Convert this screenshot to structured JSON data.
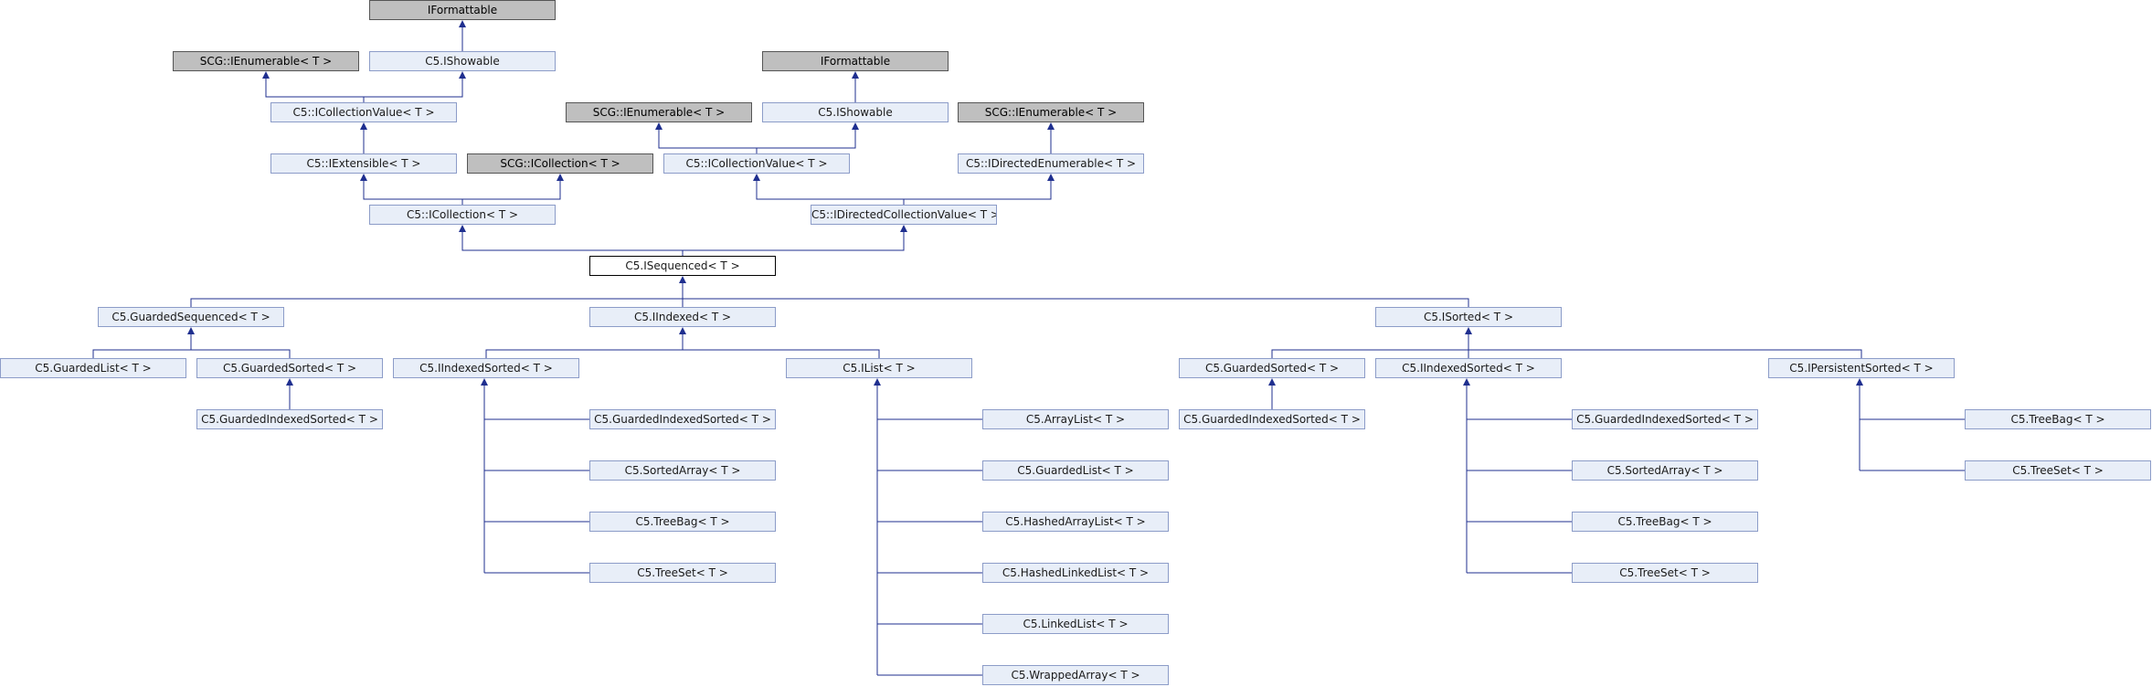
{
  "colors": {
    "edge": "#1f2f8f",
    "node_fill": "#e8eef8",
    "node_border": "#8c9cc8",
    "external_fill": "#bfbfbf",
    "focus_fill": "#ffffff"
  },
  "nodes": [
    {
      "id": "n_ifmt1",
      "label": "IFormattable",
      "kind": "ext"
    },
    {
      "id": "n_scgienum1",
      "label": "SCG::IEnumerable< T >",
      "kind": "ext"
    },
    {
      "id": "n_ishow1",
      "label": "C5.IShowable",
      "kind": "class"
    },
    {
      "id": "n_icolval1",
      "label": "C5::ICollectionValue< T >",
      "kind": "class"
    },
    {
      "id": "n_iext",
      "label": "C5::IExtensible< T >",
      "kind": "class"
    },
    {
      "id": "n_scgicol",
      "label": "SCG::ICollection< T >",
      "kind": "ext"
    },
    {
      "id": "n_icol",
      "label": "C5::ICollection< T >",
      "kind": "class"
    },
    {
      "id": "n_ifmt2",
      "label": "IFormattable",
      "kind": "ext"
    },
    {
      "id": "n_scgienum2",
      "label": "SCG::IEnumerable< T >",
      "kind": "ext"
    },
    {
      "id": "n_ishow2",
      "label": "C5.IShowable",
      "kind": "class"
    },
    {
      "id": "n_scgienum3",
      "label": "SCG::IEnumerable< T >",
      "kind": "ext"
    },
    {
      "id": "n_icolval2",
      "label": "C5::ICollectionValue< T >",
      "kind": "class"
    },
    {
      "id": "n_idirenum",
      "label": "C5::IDirectedEnumerable< T >",
      "kind": "class"
    },
    {
      "id": "n_idircolval",
      "label": "C5::IDirectedCollectionValue< T >",
      "kind": "class"
    },
    {
      "id": "n_iseq",
      "label": "C5.ISequenced< T >",
      "kind": "focus"
    },
    {
      "id": "n_gseq",
      "label": "C5.GuardedSequenced< T >",
      "kind": "class"
    },
    {
      "id": "n_iidx",
      "label": "C5.IIndexed< T >",
      "kind": "class"
    },
    {
      "id": "n_isorted",
      "label": "C5.ISorted< T >",
      "kind": "class"
    },
    {
      "id": "n_glist1",
      "label": "C5.GuardedList< T >",
      "kind": "class"
    },
    {
      "id": "n_gsorted1",
      "label": "C5.GuardedSorted< T >",
      "kind": "class"
    },
    {
      "id": "n_gidxsorted1",
      "label": "C5.GuardedIndexedSorted< T >",
      "kind": "class"
    },
    {
      "id": "n_iidxsorted1",
      "label": "C5.IIndexedSorted< T >",
      "kind": "class"
    },
    {
      "id": "n_gidxsorted2",
      "label": "C5.GuardedIndexedSorted< T >",
      "kind": "class"
    },
    {
      "id": "n_sarr1",
      "label": "C5.SortedArray< T >",
      "kind": "class"
    },
    {
      "id": "n_tbag1",
      "label": "C5.TreeBag< T >",
      "kind": "class"
    },
    {
      "id": "n_tset1",
      "label": "C5.TreeSet< T >",
      "kind": "class"
    },
    {
      "id": "n_ilist",
      "label": "C5.IList< T >",
      "kind": "class"
    },
    {
      "id": "n_alist",
      "label": "C5.ArrayList< T >",
      "kind": "class"
    },
    {
      "id": "n_glist2",
      "label": "C5.GuardedList< T >",
      "kind": "class"
    },
    {
      "id": "n_halist",
      "label": "C5.HashedArrayList< T >",
      "kind": "class"
    },
    {
      "id": "n_hllist",
      "label": "C5.HashedLinkedList< T >",
      "kind": "class"
    },
    {
      "id": "n_llist",
      "label": "C5.LinkedList< T >",
      "kind": "class"
    },
    {
      "id": "n_warr",
      "label": "C5.WrappedArray< T >",
      "kind": "class"
    },
    {
      "id": "n_gsorted2",
      "label": "C5.GuardedSorted< T >",
      "kind": "class"
    },
    {
      "id": "n_gidxsorted3",
      "label": "C5.GuardedIndexedSorted< T >",
      "kind": "class"
    },
    {
      "id": "n_iidxsorted2",
      "label": "C5.IIndexedSorted< T >",
      "kind": "class"
    },
    {
      "id": "n_gidxsorted4",
      "label": "C5.GuardedIndexedSorted< T >",
      "kind": "class"
    },
    {
      "id": "n_sarr2",
      "label": "C5.SortedArray< T >",
      "kind": "class"
    },
    {
      "id": "n_tbag2",
      "label": "C5.TreeBag< T >",
      "kind": "class"
    },
    {
      "id": "n_tset2",
      "label": "C5.TreeSet< T >",
      "kind": "class"
    },
    {
      "id": "n_ipersorted",
      "label": "C5.IPersistentSorted< T >",
      "kind": "class"
    },
    {
      "id": "n_tbag3",
      "label": "C5.TreeBag< T >",
      "kind": "class"
    },
    {
      "id": "n_tset3",
      "label": "C5.TreeSet< T >",
      "kind": "class"
    }
  ]
}
